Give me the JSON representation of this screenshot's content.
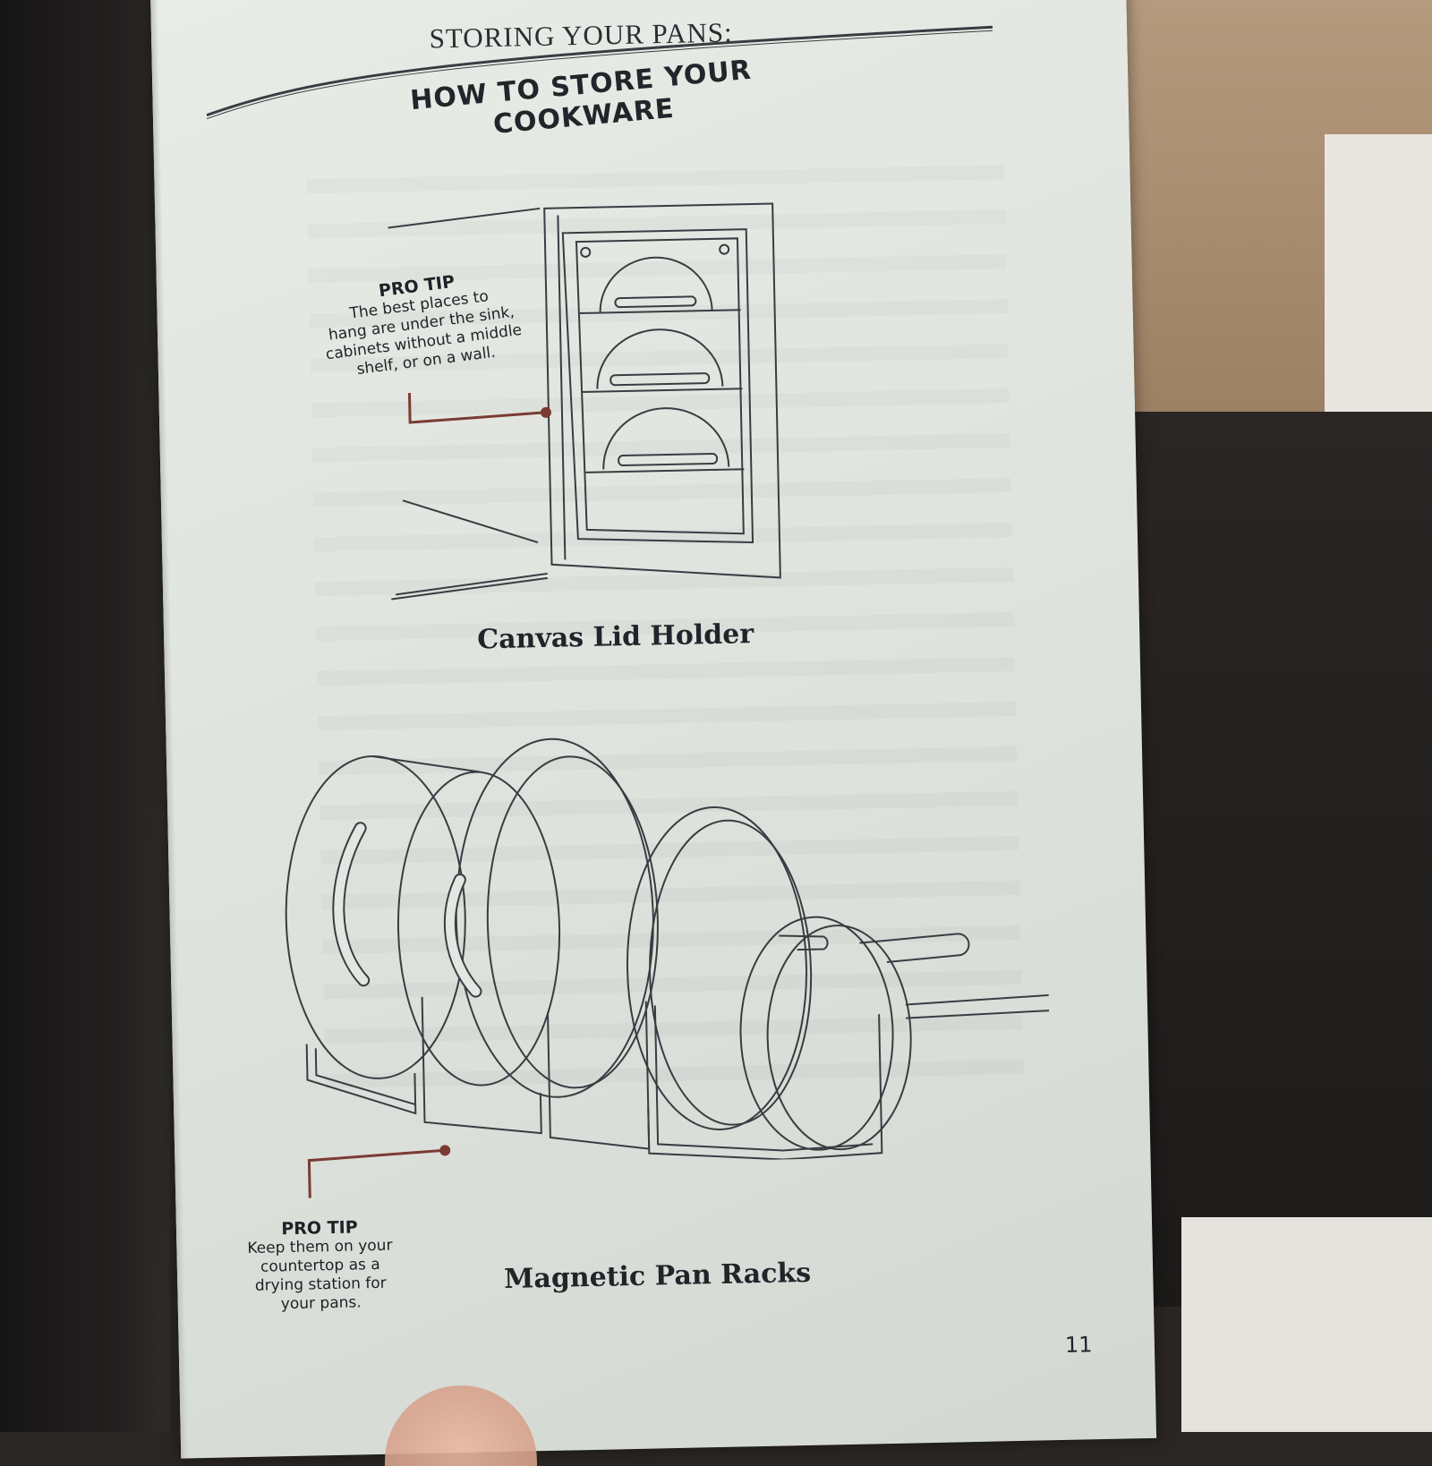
{
  "header": {
    "section_label": "STORING YOUR PANS:",
    "title": "HOW TO STORE YOUR COOKWARE"
  },
  "tips": [
    {
      "title": "PRO TIP",
      "lines": [
        "The best places to",
        "hang are under the sink,",
        "cabinets without a middle",
        "shelf, or on a wall."
      ]
    },
    {
      "title": "PRO TIP",
      "lines": [
        "Keep them on your",
        "countertop as a",
        "drying station for",
        "your pans."
      ]
    }
  ],
  "products": [
    {
      "caption": "Canvas Lid Holder"
    },
    {
      "caption": "Magnetic Pan Racks"
    }
  ],
  "page_number": "11",
  "colors": {
    "ink": "#2b2d33",
    "accent_pointer": "#7a3b33",
    "paper": "#e3e7e1"
  }
}
